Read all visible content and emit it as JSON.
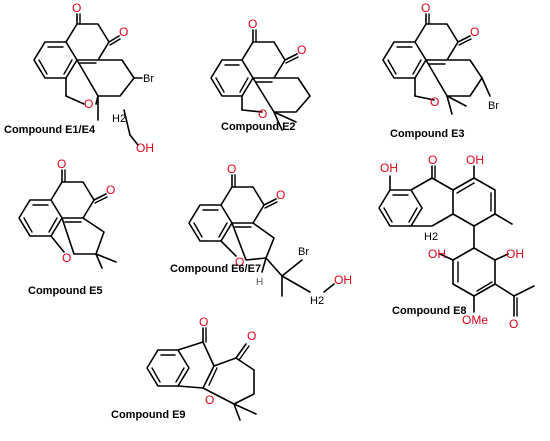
{
  "captions": {
    "e1e4": "Compound E1/E4",
    "e2": "Compound E2",
    "e3": "Compound E3",
    "e5": "Compound E5",
    "e6e7": "Compound E6/E7",
    "e8": "Compound E8",
    "e9": "Compound E9"
  },
  "atoms": {
    "O": "O",
    "OH": "OH",
    "Br": "Br",
    "H2": "H2",
    "H": "H",
    "OMe": "OMe"
  },
  "colors": {
    "oxygen": "#e0001b",
    "bond": "#000000"
  }
}
